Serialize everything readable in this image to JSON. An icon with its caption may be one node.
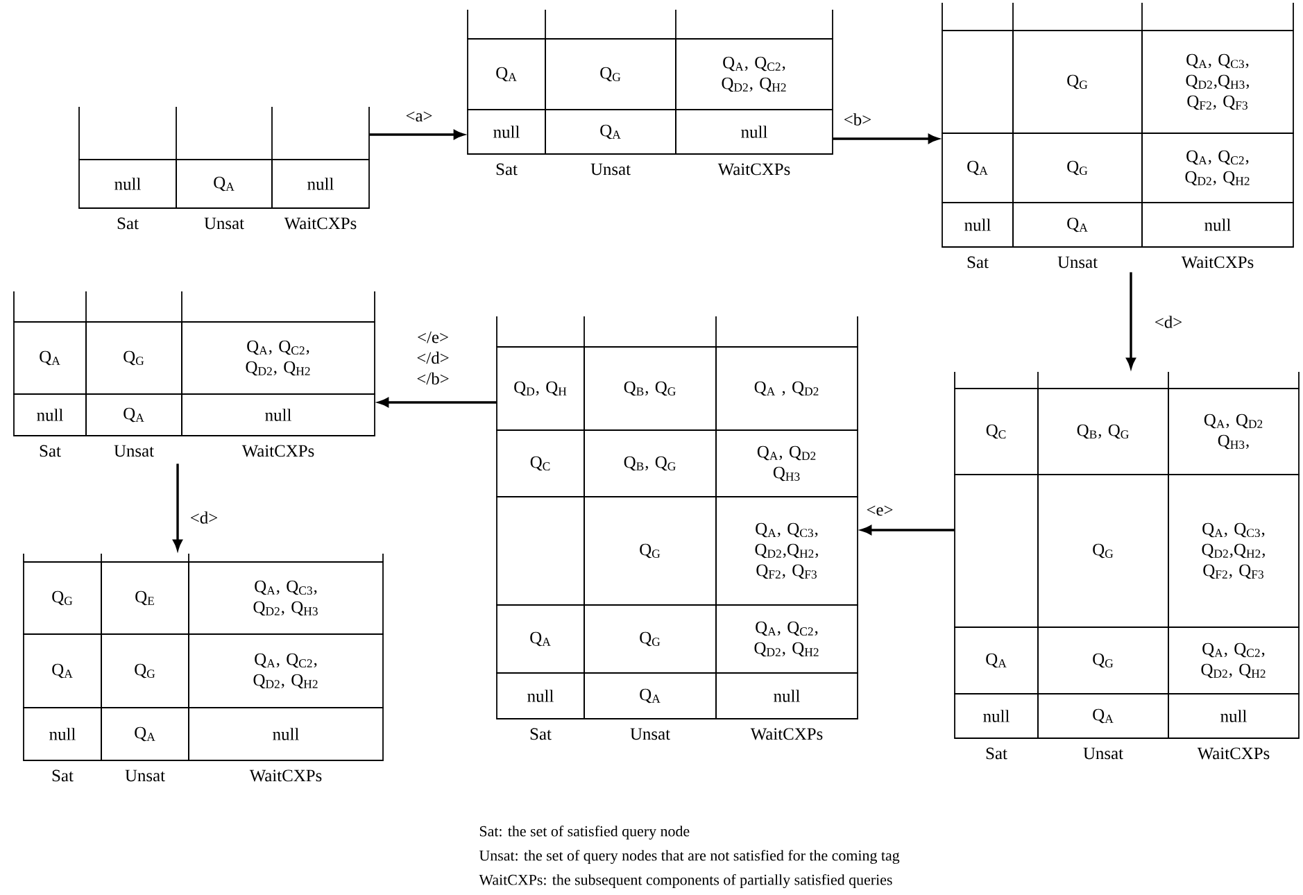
{
  "diagram": {
    "nodes": [
      {
        "text": [
          "Sat",
          "Unsat",
          "WaitCXPs"
        ]
      },
      {
        "text": [
          "null"
        ],
        "in": 0
      },
      {
        "text": [
          "Q$_{A}$"
        ],
        "in": 0
      },
      {
        "text": [
          "null"
        ],
        "in": 0
      },
      {
        "text": [
          "Sat",
          "Unsat",
          "WaitCXPs"
        ]
      },
      {
        "text": [
          "Q$_{A}$"
        ],
        "in": 4
      },
      {
        "text": [
          "Q$_{G}$"
        ],
        "in": 4
      },
      {
        "text": [
          "Q$_{A}$, Q$_{C2}$, Q$_{D2}$, Q$_{H2}$"
        ],
        "in": 4
      },
      {
        "text": [
          "null"
        ],
        "in": 4
      },
      {
        "text": [
          "Q$_{A}$"
        ],
        "in": 4
      },
      {
        "text": [
          "null"
        ],
        "in": 4
      },
      {
        "text": [
          "Sat",
          "Unsat",
          "WaitCXPs"
        ]
      },
      {
        "text": [],
        "shape": "box",
        "in": 11
      },
      {
        "text": [
          "Q$_{G}$"
        ],
        "in": 11
      },
      {
        "text": [
          "Q$_{A}$, Q$_{C3}$, Q$_{D2}$,Q$_{H3}$, Q$_{F2}$, Q$_{F3}$"
        ],
        "in": 11
      },
      {
        "text": [
          "Q$_{A}$"
        ],
        "in": 11
      },
      {
        "text": [
          "Q$_{G}$"
        ],
        "in": 11
      },
      {
        "text": [
          "Q$_{A}$, Q$_{C2}$, Q$_{D2}$, Q$_{H2}$"
        ],
        "in": 11
      },
      {
        "text": [
          "null"
        ],
        "in": 11
      },
      {
        "text": [
          "Q$_{A}$"
        ],
        "in": 11
      },
      {
        "text": [
          "null"
        ],
        "in": 11
      },
      {
        "text": [
          "Sat",
          "Unsat",
          "WaitCXPs"
        ]
      },
      {
        "text": [
          "Q$_{C}$"
        ],
        "in": 21
      },
      {
        "text": [
          "Q$_{B}$, Q$_{G}$"
        ],
        "in": 21
      },
      {
        "text": [
          "Q$_{A}$, Q$_{D2}$ Q$_{H3}$,"
        ],
        "in": 21
      },
      {
        "text": [],
        "shape": "box",
        "in": 21
      },
      {
        "text": [
          "Q$_{G}$"
        ],
        "in": 21
      },
      {
        "text": [
          "Q$_{A}$, Q$_{C3}$, Q$_{D2}$,Q$_{H2}$, Q$_{F2}$, Q$_{F3}$"
        ],
        "in": 21
      },
      {
        "text": [
          "Q$_{A}$"
        ],
        "in": 21
      },
      {
        "text": [
          "Q$_{G}$"
        ],
        "in": 21
      },
      {
        "text": [
          "Q$_{A}$, Q$_{C2}$, Q$_{D2}$, Q$_{H2}$"
        ],
        "in": 21
      },
      {
        "text": [
          "null"
        ],
        "in": 21
      },
      {
        "text": [
          "Q$_{A}$"
        ],
        "in": 21
      },
      {
        "text": [
          "null"
        ],
        "in": 21
      },
      {
        "text": [
          "Sat",
          "Unsat",
          "WaitCXPs"
        ]
      },
      {
        "text": [
          "Q$_{D}$, Q$_{H}$"
        ],
        "in": 34
      },
      {
        "text": [
          "Q$_{B}$, Q$_{G}$"
        ],
        "in": 34
      },
      {
        "text": [
          "Q$_{A}$ , Q$_{D2}$"
        ],
        "in": 34
      },
      {
        "text": [
          "Q$_{C}$"
        ],
        "in": 34
      },
      {
        "text": [
          "Q$_{B}$, Q$_{G}$"
        ],
        "in": 34
      },
      {
        "text": [
          "Q$_{A}$, Q$_{D2}$ Q$_{H3}$"
        ],
        "in": 34
      },
      {
        "text": [],
        "shape": "box",
        "in": 34
      },
      {
        "text": [
          "Q$_{G}$"
        ],
        "in": 34
      },
      {
        "text": [
          "Q$_{A}$, Q$_{C3}$, Q$_{D2}$,Q$_{H2}$, Q$_{F2}$, Q$_{F3}$"
        ],
        "in": 34
      },
      {
        "text": [
          "Q$_{A}$"
        ],
        "in": 34
      },
      {
        "text": [
          "Q$_{G}$"
        ],
        "in": 34
      },
      {
        "text": [
          "Q$_{A}$, Q$_{C2}$, Q$_{D2}$, Q$_{H2}$"
        ],
        "in": 34
      },
      {
        "text": [
          "null"
        ],
        "in": 34
      },
      {
        "text": [
          "Q$_{A}$"
        ],
        "in": 34
      },
      {
        "text": [
          "null"
        ],
        "in": 34
      },
      {
        "text": [
          "Sat",
          "Unsat",
          "WaitCXPs"
        ]
      },
      {
        "text": [
          "Q$_{A}$"
        ],
        "in": 50
      },
      {
        "text": [
          "Q$_{G}$"
        ],
        "in": 50
      },
      {
        "text": [
          "Q$_{A}$, Q$_{C2}$, Q$_{D2}$, Q$_{H2}$"
        ],
        "in": 50
      },
      {
        "text": [
          "null"
        ],
        "in": 50
      },
      {
        "text": [
          "Q$_{A}$"
        ],
        "in": 50
      },
      {
        "text": [
          "null"
        ],
        "in": 50
      },
      {
        "text": [
          "Sat",
          "Unsat",
          "WaitCXPs"
        ]
      },
      {
        "text": [
          "Q$_{G}$"
        ],
        "in": 57
      },
      {
        "text": [
          "Q$_{E}$"
        ],
        "in": 57
      },
      {
        "text": [
          "Q$_{A}$, Q$_{C3}$, Q$_{D2}$, Q$_{H3}$"
        ],
        "in": 57
      },
      {
        "text": [
          "Q$_{A}$"
        ],
        "in": 57
      },
      {
        "text": [
          "Q$_{G}$"
        ],
        "in": 57
      },
      {
        "text": [
          "Q$_{A}$, Q$_{C2}$, Q$_{D2}$, Q$_{H2}$"
        ],
        "in": 57
      },
      {
        "text": [
          "null"
        ],
        "in": 57
      },
      {
        "text": [
          "Q$_{A}$"
        ],
        "in": 57
      },
      {
        "text": [
          "null"
        ],
        "in": 57
      }
    ],
    "edges": [
      {
        "from": 0,
        "to": 4,
        "arrow": "to",
        "label": "<a>"
      },
      {
        "from": 4,
        "to": 11,
        "arrow": "to",
        "label": "<b>"
      },
      {
        "from": 11,
        "to": 21,
        "arrow": "to",
        "label": "<d>"
      },
      {
        "from": 21,
        "to": 34,
        "arrow": "to",
        "label": "<e>"
      },
      {
        "from": 34,
        "to": 50,
        "arrow": "to",
        "label": "</e> </d> </b>"
      },
      {
        "from": 50,
        "to": 57,
        "arrow": "to",
        "label": "<d>"
      }
    ],
    "labels": [
      "Sat: the set of satisfied query node",
      "Unsat: the set of query nodes that are not satisfied for the coming tag",
      "WaitCXPs: the subsequent components of partially satisfied queries"
    ]
  }
}
